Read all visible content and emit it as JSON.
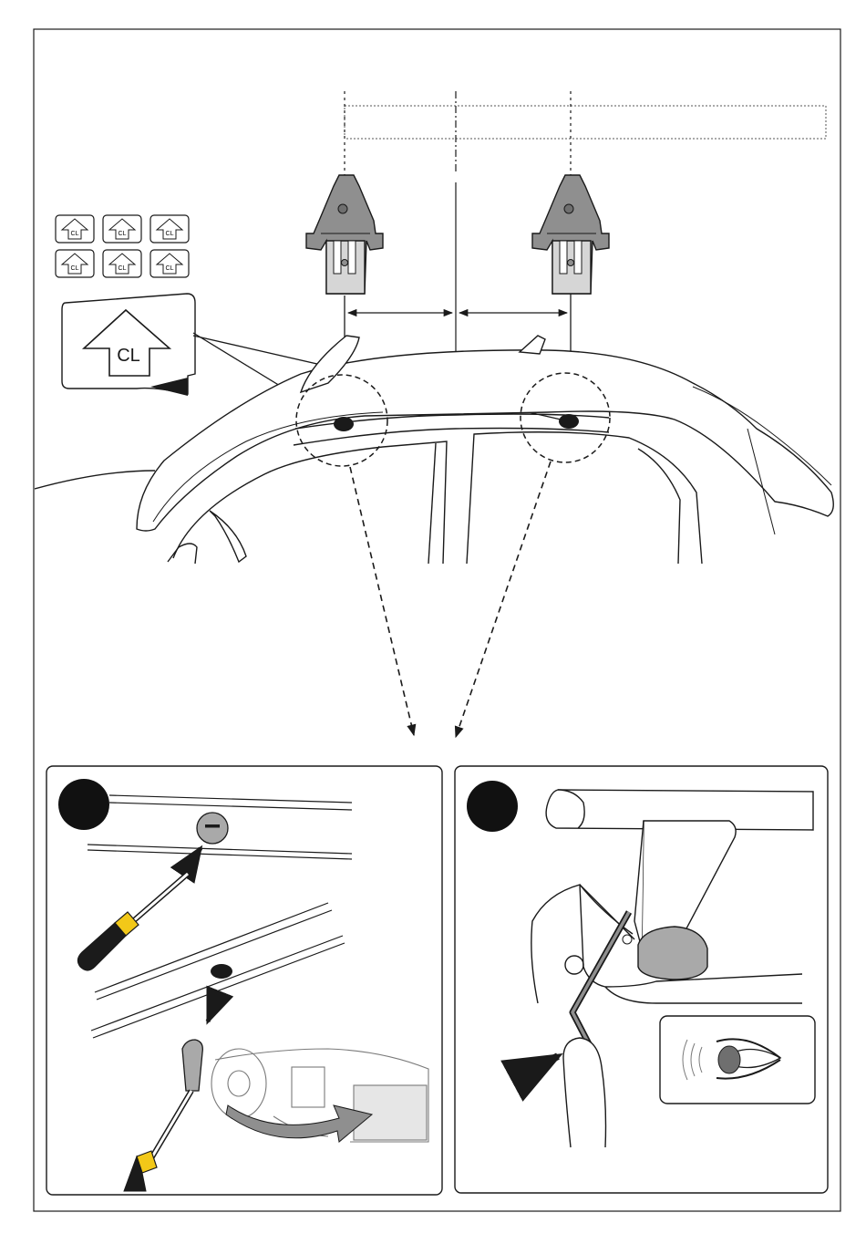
{
  "sticker": {
    "symbol": "CL"
  },
  "sticker_sheet": {
    "count": 6,
    "symbol": "CL"
  },
  "step_panels": [
    {
      "id": "left",
      "step_number": "",
      "badge_color": "#111111",
      "description": "remove roof plug with screwdriver"
    },
    {
      "id": "right",
      "step_number": "",
      "badge_color": "#111111",
      "description": "insert hex key in foot, check by eye"
    }
  ],
  "colors": {
    "line": "#1a1a1a",
    "foot_grey": "#8f8f8f",
    "foot_light": "#d6d6d6",
    "handle_black": "#1b1b1b",
    "handle_yellow": "#f2c818",
    "plug_grey": "#a9a9a9",
    "panel_fill": "#ffffff"
  },
  "icons": [
    "roof-rack-foot-icon",
    "cl-sticker-icon",
    "screwdriver-icon",
    "hex-key-icon",
    "eye-icon",
    "dashboard-icon",
    "finger-icon"
  ]
}
